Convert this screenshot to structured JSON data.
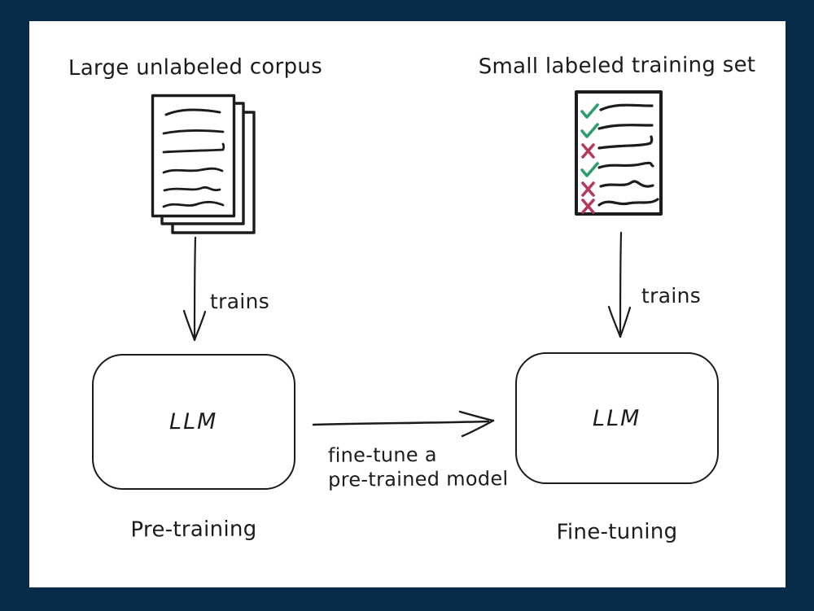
{
  "diagram": {
    "left_branch": {
      "source_label": "Large unlabeled corpus",
      "arrow_label": "trains",
      "box_label": "LLM",
      "stage_label": "Pre-training"
    },
    "right_branch": {
      "source_label": "Small labeled training set",
      "arrow_label": "trains",
      "box_label": "LLM",
      "stage_label": "Fine-tuning"
    },
    "transition": {
      "label_line1": "fine-tune a",
      "label_line2": "pre-trained model"
    }
  },
  "labeled_doc": {
    "marks": [
      "check",
      "check",
      "cross",
      "check",
      "cross",
      "cross"
    ],
    "line_count": 6
  },
  "unlabeled_doc": {
    "page_count": 3,
    "line_count": 6
  },
  "colors": {
    "frame": "#072c4b",
    "canvas": "#ffffff",
    "ink": "#1c1c1e",
    "check": "#2a9d6e",
    "cross": "#b43a5c"
  }
}
